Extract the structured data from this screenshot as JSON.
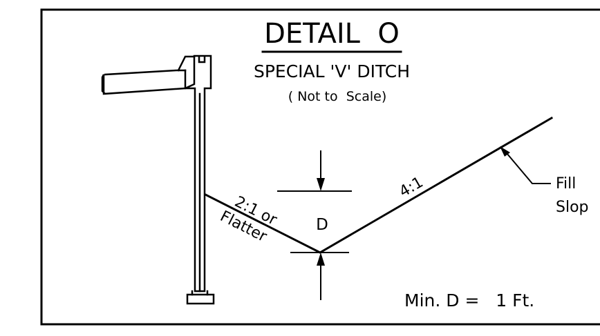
{
  "detail": {
    "title": "DETAIL  O",
    "subtitle": "SPECIAL 'V' DITCH",
    "scale_note": "( Not to  Scale)"
  },
  "labels": {
    "left_slope_line1": "2:1 or",
    "left_slope_line2": "Flatter",
    "right_slope": "4:1",
    "depth": "D",
    "fill_slope_line1": "Fill",
    "fill_slope_line2": "Slop",
    "min_depth": "Min. D =   1 Ft."
  },
  "colors": {
    "ink": "#000000",
    "paper": "#ffffff"
  }
}
